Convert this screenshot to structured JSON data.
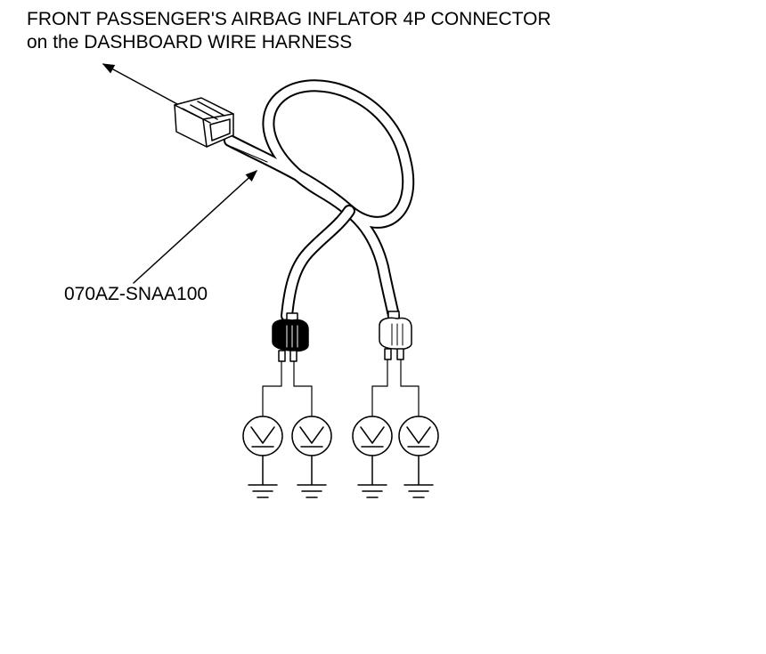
{
  "title": {
    "line1": "FRONT PASSENGER'S AIRBAG INFLATOR 4P CONNECTOR",
    "line2": "on the DASHBOARD WIRE HARNESS"
  },
  "callout": {
    "part_number": "070AZ-SNAA100"
  },
  "colors": {
    "line": "#000000",
    "background": "#ffffff"
  },
  "icons": [
    "voltmeter-icon",
    "ground-icon",
    "connector-icon"
  ]
}
